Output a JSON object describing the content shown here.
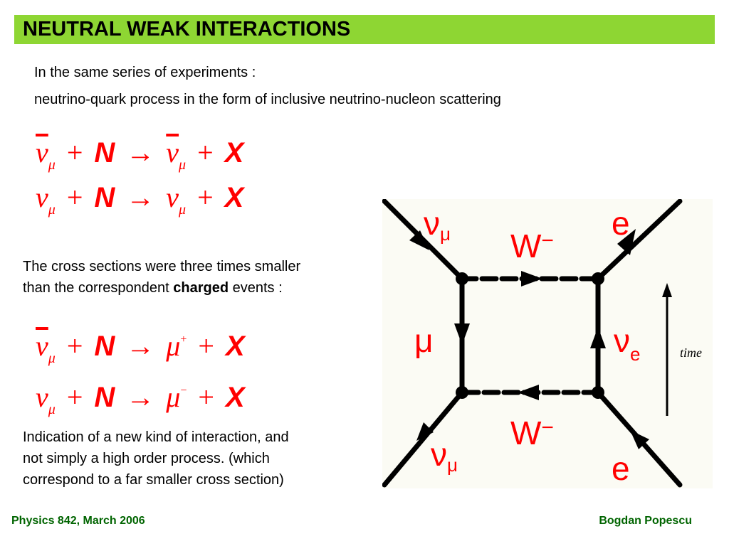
{
  "slide": {
    "title": "NEUTRAL WEAK INTERACTIONS",
    "intro_line1": "In the same series of experiments :",
    "intro_line2": "neutrino-quark process in the form of inclusive neutrino-nucleon scattering",
    "cross_text_line1": "The cross sections were three times smaller",
    "cross_text_line2_pre": "than the correspondent ",
    "cross_text_line2_bold": "charged",
    "cross_text_line2_post": " events :",
    "indication_line1": "Indication of a new kind of interaction, and",
    "indication_line2": "not simply a high order process. (which",
    "indication_line3": "correspond to a far smaller cross section)"
  },
  "equations": {
    "neutral_1": {
      "lhs_particle": "ν",
      "lhs_sub": "μ",
      "target": "N",
      "arrow": "→",
      "rhs_particle": "ν",
      "rhs_sub": "μ",
      "plus": "+",
      "product": "X"
    },
    "neutral_2": {
      "lhs_particle": "ν",
      "lhs_sub": "μ",
      "target": "N",
      "arrow": "→",
      "rhs_particle": "ν",
      "rhs_sub": "μ",
      "plus": "+",
      "product": "X"
    },
    "charged_1": {
      "lhs_particle": "ν",
      "lhs_sub": "μ",
      "target": "N",
      "arrow": "→",
      "rhs_particle": "μ",
      "rhs_sup": "+",
      "plus": "+",
      "product": "X"
    },
    "charged_2": {
      "lhs_particle": "ν",
      "lhs_sub": "μ",
      "target": "N",
      "arrow": "→",
      "rhs_particle": "μ",
      "rhs_sup": "−",
      "plus": "+",
      "product": "X"
    }
  },
  "diagram": {
    "top_left": "ν",
    "top_left_sub": "μ",
    "top_right": "e",
    "top_boson": "W",
    "top_boson_charge": "−",
    "left_side": "μ",
    "right_side": "ν",
    "right_side_sub": "e",
    "bottom_boson": "W",
    "bottom_boson_charge": "−",
    "bottom_left": "ν",
    "bottom_left_sub": "μ",
    "bottom_right": "e",
    "time_label": "time"
  },
  "footer": {
    "left": "Physics 842, March 2006",
    "right": "Bogdan Popescu"
  },
  "colors": {
    "title_bar": "#8ed633",
    "equations": "#ff0000",
    "diagram_labels": "#ff0000",
    "footer": "#006400"
  }
}
